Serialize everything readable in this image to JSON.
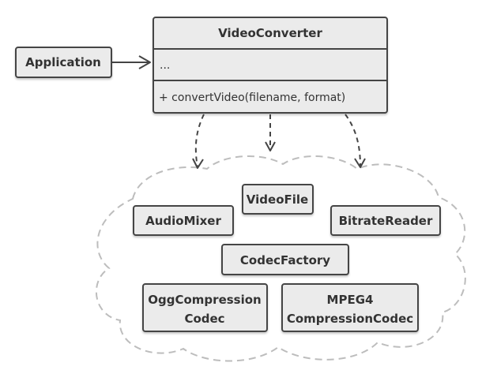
{
  "facade": {
    "title": "VideoConverter",
    "fields": "...",
    "method": "+ convertVideo(filename, format)"
  },
  "client": {
    "label": "Application"
  },
  "subsystem": {
    "classes": {
      "video_file": "VideoFile",
      "audio_mixer": "AudioMixer",
      "bitrate_reader": "BitrateReader",
      "codec_factory": "CodecFactory",
      "ogg_line1": "OggCompression",
      "ogg_line2": "Codec",
      "mpeg_line1": "MPEG4",
      "mpeg_line2": "CompressionCodec"
    }
  },
  "colors": {
    "box_fill": "#ebebeb",
    "box_stroke": "#444444",
    "text": "#333333",
    "arrow": "#444444",
    "cloud_stroke": "#bdbdbd"
  }
}
